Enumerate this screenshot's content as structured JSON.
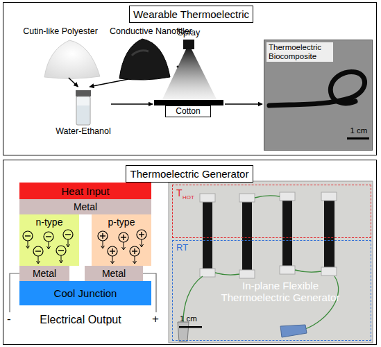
{
  "diagram": {
    "nodes": [
      {
        "text": [
          "Wearable Thermoelectric"
        ]
      },
      {
        "text": [
          "Cutin-like Polyester"
        ],
        "in": 0
      },
      {
        "text": [
          "Conductive Nanofiller"
        ],
        "in": 0
      },
      {
        "text": [
          "Water-Ethanol"
        ],
        "in": 0
      },
      {
        "text": [
          "Spray"
        ],
        "in": 0
      },
      {
        "text": [
          "Cotton"
        ],
        "in": 0
      },
      {
        "text": [
          "Thermoelectric Biocomposite",
          "1 cm"
        ],
        "in": 0
      },
      {
        "text": [
          "Thermoelectric Generator"
        ]
      },
      {
        "text": [
          "Heat Input"
        ],
        "in": 7
      },
      {
        "text": [
          "Metal"
        ],
        "in": 7
      },
      {
        "text": [
          "n-type"
        ],
        "in": 7
      },
      {
        "text": [
          "p-type"
        ],
        "in": 7
      },
      {
        "text": [
          "Metal"
        ],
        "in": 7
      },
      {
        "text": [
          "Metal"
        ],
        "in": 7
      },
      {
        "text": [
          "Cool Junction"
        ],
        "in": 7
      },
      {
        "text": [
          "T",
          "HOT"
        ],
        "in": 7
      },
      {
        "text": [
          "RT",
          "In-plane Flexible Thermoelectric Generator",
          "1 cm"
        ],
        "in": 7
      }
    ],
    "edges": [
      {
        "from": 1,
        "to": 3,
        "arrow": "to"
      },
      {
        "from": 2,
        "to": 3,
        "arrow": "to"
      },
      {
        "from": 3,
        "to": 4,
        "arrow": "to"
      },
      {
        "from": 4,
        "to": 6,
        "arrow": "to"
      }
    ],
    "labels": [
      "-",
      "Electrical Output",
      "+"
    ]
  }
}
